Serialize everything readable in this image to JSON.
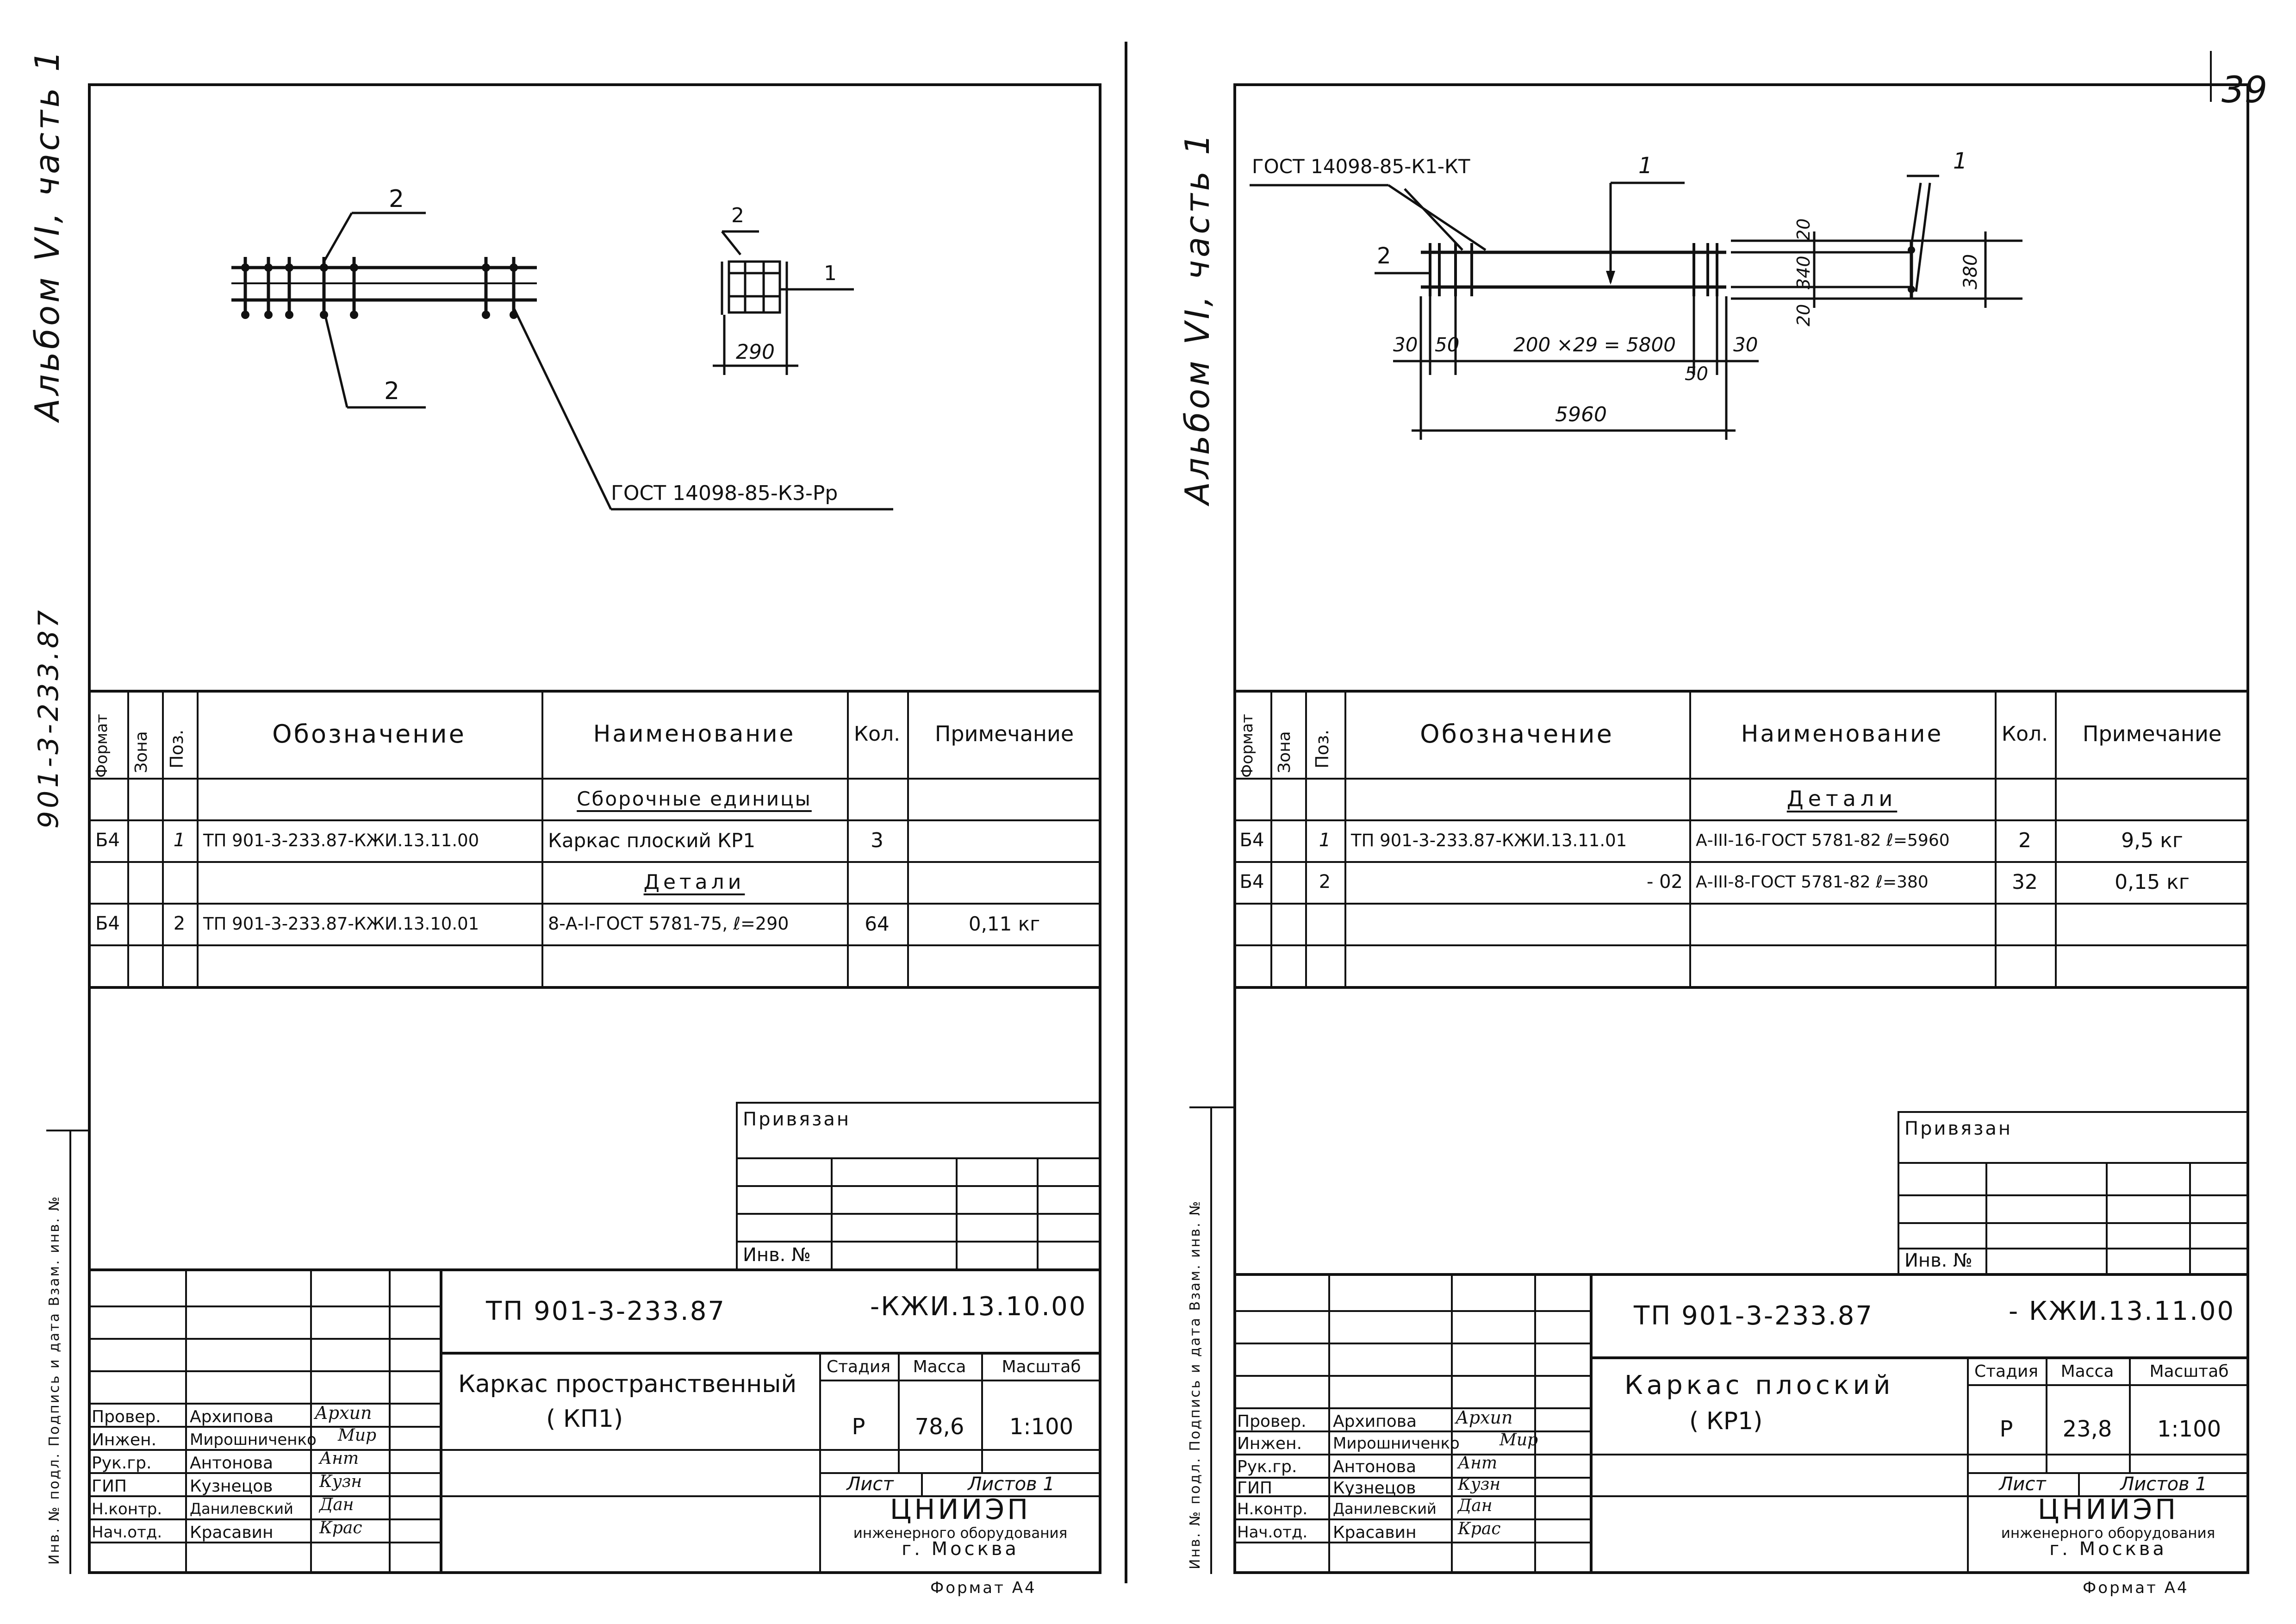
{
  "page_number": "39",
  "sheets": [
    {
      "id": "left",
      "margin_album": "Альбом VI, часть 1",
      "margin_project": "901-3-233.87",
      "margin_stamp": "Инв. № подл. Подпись и дата Взам. инв. №",
      "drawing": {
        "callout_top": "2",
        "callout_bottom": "2",
        "callout_gost": "ГОСТ 14098-85-К3-Рр",
        "section_callout_2": "2",
        "section_callout_1": "1",
        "section_dim": "290"
      },
      "spec": {
        "headers": {
          "format": "Формат",
          "zone": "Зона",
          "pos": "Поз.",
          "designation": "Обозначение",
          "name": "Наименование",
          "qty": "Кол.",
          "note": "Примечание"
        },
        "rows": [
          {
            "format": "",
            "pos": "",
            "designation": "",
            "name": "Сборочные единицы",
            "qty": "",
            "note": ""
          },
          {
            "format": "Б4",
            "pos": "1",
            "designation": "ТП 901-3-233.87-КЖИ.13.11.00",
            "name": "Каркас плоский КР1",
            "qty": "3",
            "note": ""
          },
          {
            "format": "",
            "pos": "",
            "designation": "",
            "name": "Детали",
            "qty": "",
            "note": ""
          },
          {
            "format": "Б4",
            "pos": "2",
            "designation": "ТП 901-3-233.87-КЖИ.13.10.01",
            "name": "8-А-I-ГОСТ 5781-75, ℓ=290",
            "qty": "64",
            "note": "0,11 кг"
          },
          {
            "format": "",
            "pos": "",
            "designation": "",
            "name": "",
            "qty": "",
            "note": ""
          }
        ]
      },
      "privyazan": "Привязан",
      "inv_no": "Инв. №",
      "title_block": {
        "code_left": "ТП 901-3-233.87",
        "code_right": "-КЖИ.13.10.00",
        "name_line1": "Каркас пространственный",
        "name_line2": "( КП1)",
        "stage_label": "Стадия",
        "mass_label": "Масса",
        "scale_label": "Масштаб",
        "stage": "Р",
        "mass": "78,6",
        "scale": "1:100",
        "sheet_label": "Лист",
        "sheets_label": "Листов 1",
        "org1": "ЦНИИЭП",
        "org2": "инженерного оборудования",
        "org3": "г. Москва",
        "format": "Формат А4",
        "people": [
          {
            "role": "Провер.",
            "name": "Архипова",
            "sign": "Архип"
          },
          {
            "role": "Инжен.",
            "name": "Мирошниченко",
            "sign": "Мир"
          },
          {
            "role": "Рук.гр.",
            "name": "Антонова",
            "sign": "Ант"
          },
          {
            "role": "ГИП",
            "name": "Кузнецов",
            "sign": "Кузн"
          },
          {
            "role": "Н.контр.",
            "name": "Данилевский",
            "sign": "Дан"
          },
          {
            "role": "Нач.отд.",
            "name": "Красавин",
            "sign": "Крас"
          }
        ]
      }
    },
    {
      "id": "right",
      "margin_album": "Альбом VI, часть 1",
      "margin_stamp": "Инв. № подл. Подпись и дата Взам. инв. №",
      "drawing": {
        "callout_gost": "ГОСТ 14098-85-К1-КТ",
        "callout_1_top": "1",
        "callout_2": "2",
        "callout_1_section": "1",
        "dim_30_left": "30",
        "dim_50_left": "50",
        "dim_main": "200 ×29 = 5800",
        "dim_50_right": "50",
        "dim_30_right": "30",
        "dim_total": "5960",
        "dim_20_top": "20",
        "dim_340": "340",
        "dim_20_bottom": "20",
        "dim_380": "380"
      },
      "spec": {
        "headers": {
          "format": "Формат",
          "zone": "Зона",
          "pos": "Поз.",
          "designation": "Обозначение",
          "name": "Наименование",
          "qty": "Кол.",
          "note": "Примечание"
        },
        "rows": [
          {
            "format": "",
            "pos": "",
            "designation": "",
            "name": "Детали",
            "qty": "",
            "note": ""
          },
          {
            "format": "Б4",
            "pos": "1",
            "designation": "ТП 901-3-233.87-КЖИ.13.11.01",
            "name": "А-III-16-ГОСТ 5781-82 ℓ=5960",
            "qty": "2",
            "note": "9,5 кг"
          },
          {
            "format": "Б4",
            "pos": "2",
            "designation": "- 02",
            "name": "А-III-8-ГОСТ 5781-82 ℓ=380",
            "qty": "32",
            "note": "0,15 кг"
          },
          {
            "format": "",
            "pos": "",
            "designation": "",
            "name": "",
            "qty": "",
            "note": ""
          },
          {
            "format": "",
            "pos": "",
            "designation": "",
            "name": "",
            "qty": "",
            "note": ""
          }
        ]
      },
      "privyazan": "Привязан",
      "inv_no": "Инв. №",
      "title_block": {
        "code_left": "ТП 901-3-233.87",
        "code_right": "- КЖИ.13.11.00",
        "name_line1": "Каркас плоский",
        "name_line2": "( КР1)",
        "stage_label": "Стадия",
        "mass_label": "Масса",
        "scale_label": "Масштаб",
        "stage": "Р",
        "mass": "23,8",
        "scale": "1:100",
        "sheet_label": "Лист",
        "sheets_label": "Листов 1",
        "org1": "ЦНИИЭП",
        "org2": "инженерного оборудования",
        "org3": "г. Москва",
        "format": "Формат А4",
        "people": [
          {
            "role": "Провер.",
            "name": "Архипова",
            "sign": "Архип"
          },
          {
            "role": "Инжен.",
            "name": "Мирошниченко",
            "sign": "Мир"
          },
          {
            "role": "Рук.гр.",
            "name": "Антонова",
            "sign": "Ант"
          },
          {
            "role": "ГИП",
            "name": "Кузнецов",
            "sign": "Кузн"
          },
          {
            "role": "Н.контр.",
            "name": "Данилевский",
            "sign": "Дан"
          },
          {
            "role": "Нач.отд.",
            "name": "Красавин",
            "sign": "Крас"
          }
        ]
      }
    }
  ]
}
